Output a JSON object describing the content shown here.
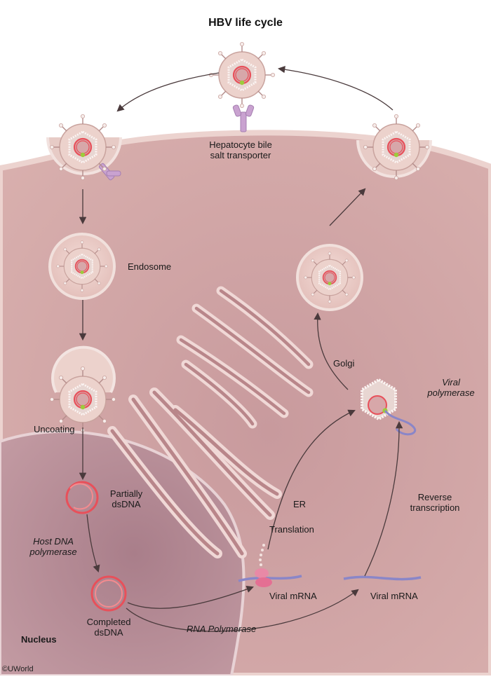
{
  "title": "HBV life cycle",
  "labels": {
    "hepatocyte_transporter": [
      "Hepatocyte bile",
      "salt transporter"
    ],
    "endosome": "Endosome",
    "uncoating": "Uncoating",
    "partially_dsdna": [
      "Partially",
      "dsDNA"
    ],
    "host_dna_polymerase": [
      "Host DNA",
      "polymerase"
    ],
    "completed_dsdna": [
      "Completed",
      "dsDNA"
    ],
    "nucleus": "Nucleus",
    "rna_polymerase": "RNA Polymerase",
    "viral_mrna_left": "Viral mRNA",
    "viral_mrna_right": "Viral mRNA",
    "translation": "Translation",
    "er": "ER",
    "golgi": "Golgi",
    "viral_polymerase": [
      "Viral",
      "polymerase"
    ],
    "reverse_transcription": [
      "Reverse",
      "transcription"
    ]
  },
  "credit": "©UWorld",
  "colors": {
    "cytoplasm": "#cfa3a3",
    "membrane": "#e6c9c4",
    "nucleus": "#b98d96",
    "dna": "#e8505a",
    "arrow": "#4a3a3c",
    "receptor": "#c9a2d0",
    "mrna": "#8a86c8",
    "ribosome": "#e889a6",
    "polymerase_dot": "#9ccc3c"
  }
}
